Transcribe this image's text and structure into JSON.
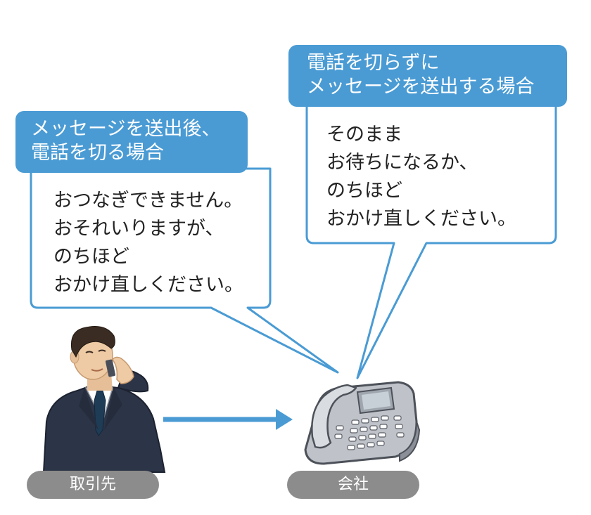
{
  "left_bubble": {
    "header": "メッセージを送出後、\n電話を切る場合",
    "body": "おつなぎできません。\nおそれいりますが、\nのちほど\nおかけ直しください。"
  },
  "right_bubble": {
    "header": "電話を切らずに\nメッセージを送出する場合",
    "body": "そのまま\nお待ちになるか、\nのちほど\nおかけ直しください。"
  },
  "labels": {
    "caller": "取引先",
    "company": "会社"
  },
  "colors": {
    "header_blue": "#4a9bd4",
    "outline_blue": "#4a9bd4",
    "pill_gray": "#8c8c8c"
  },
  "icons": {
    "caller": "businessman-on-phone",
    "phone": "office-desk-phone"
  }
}
